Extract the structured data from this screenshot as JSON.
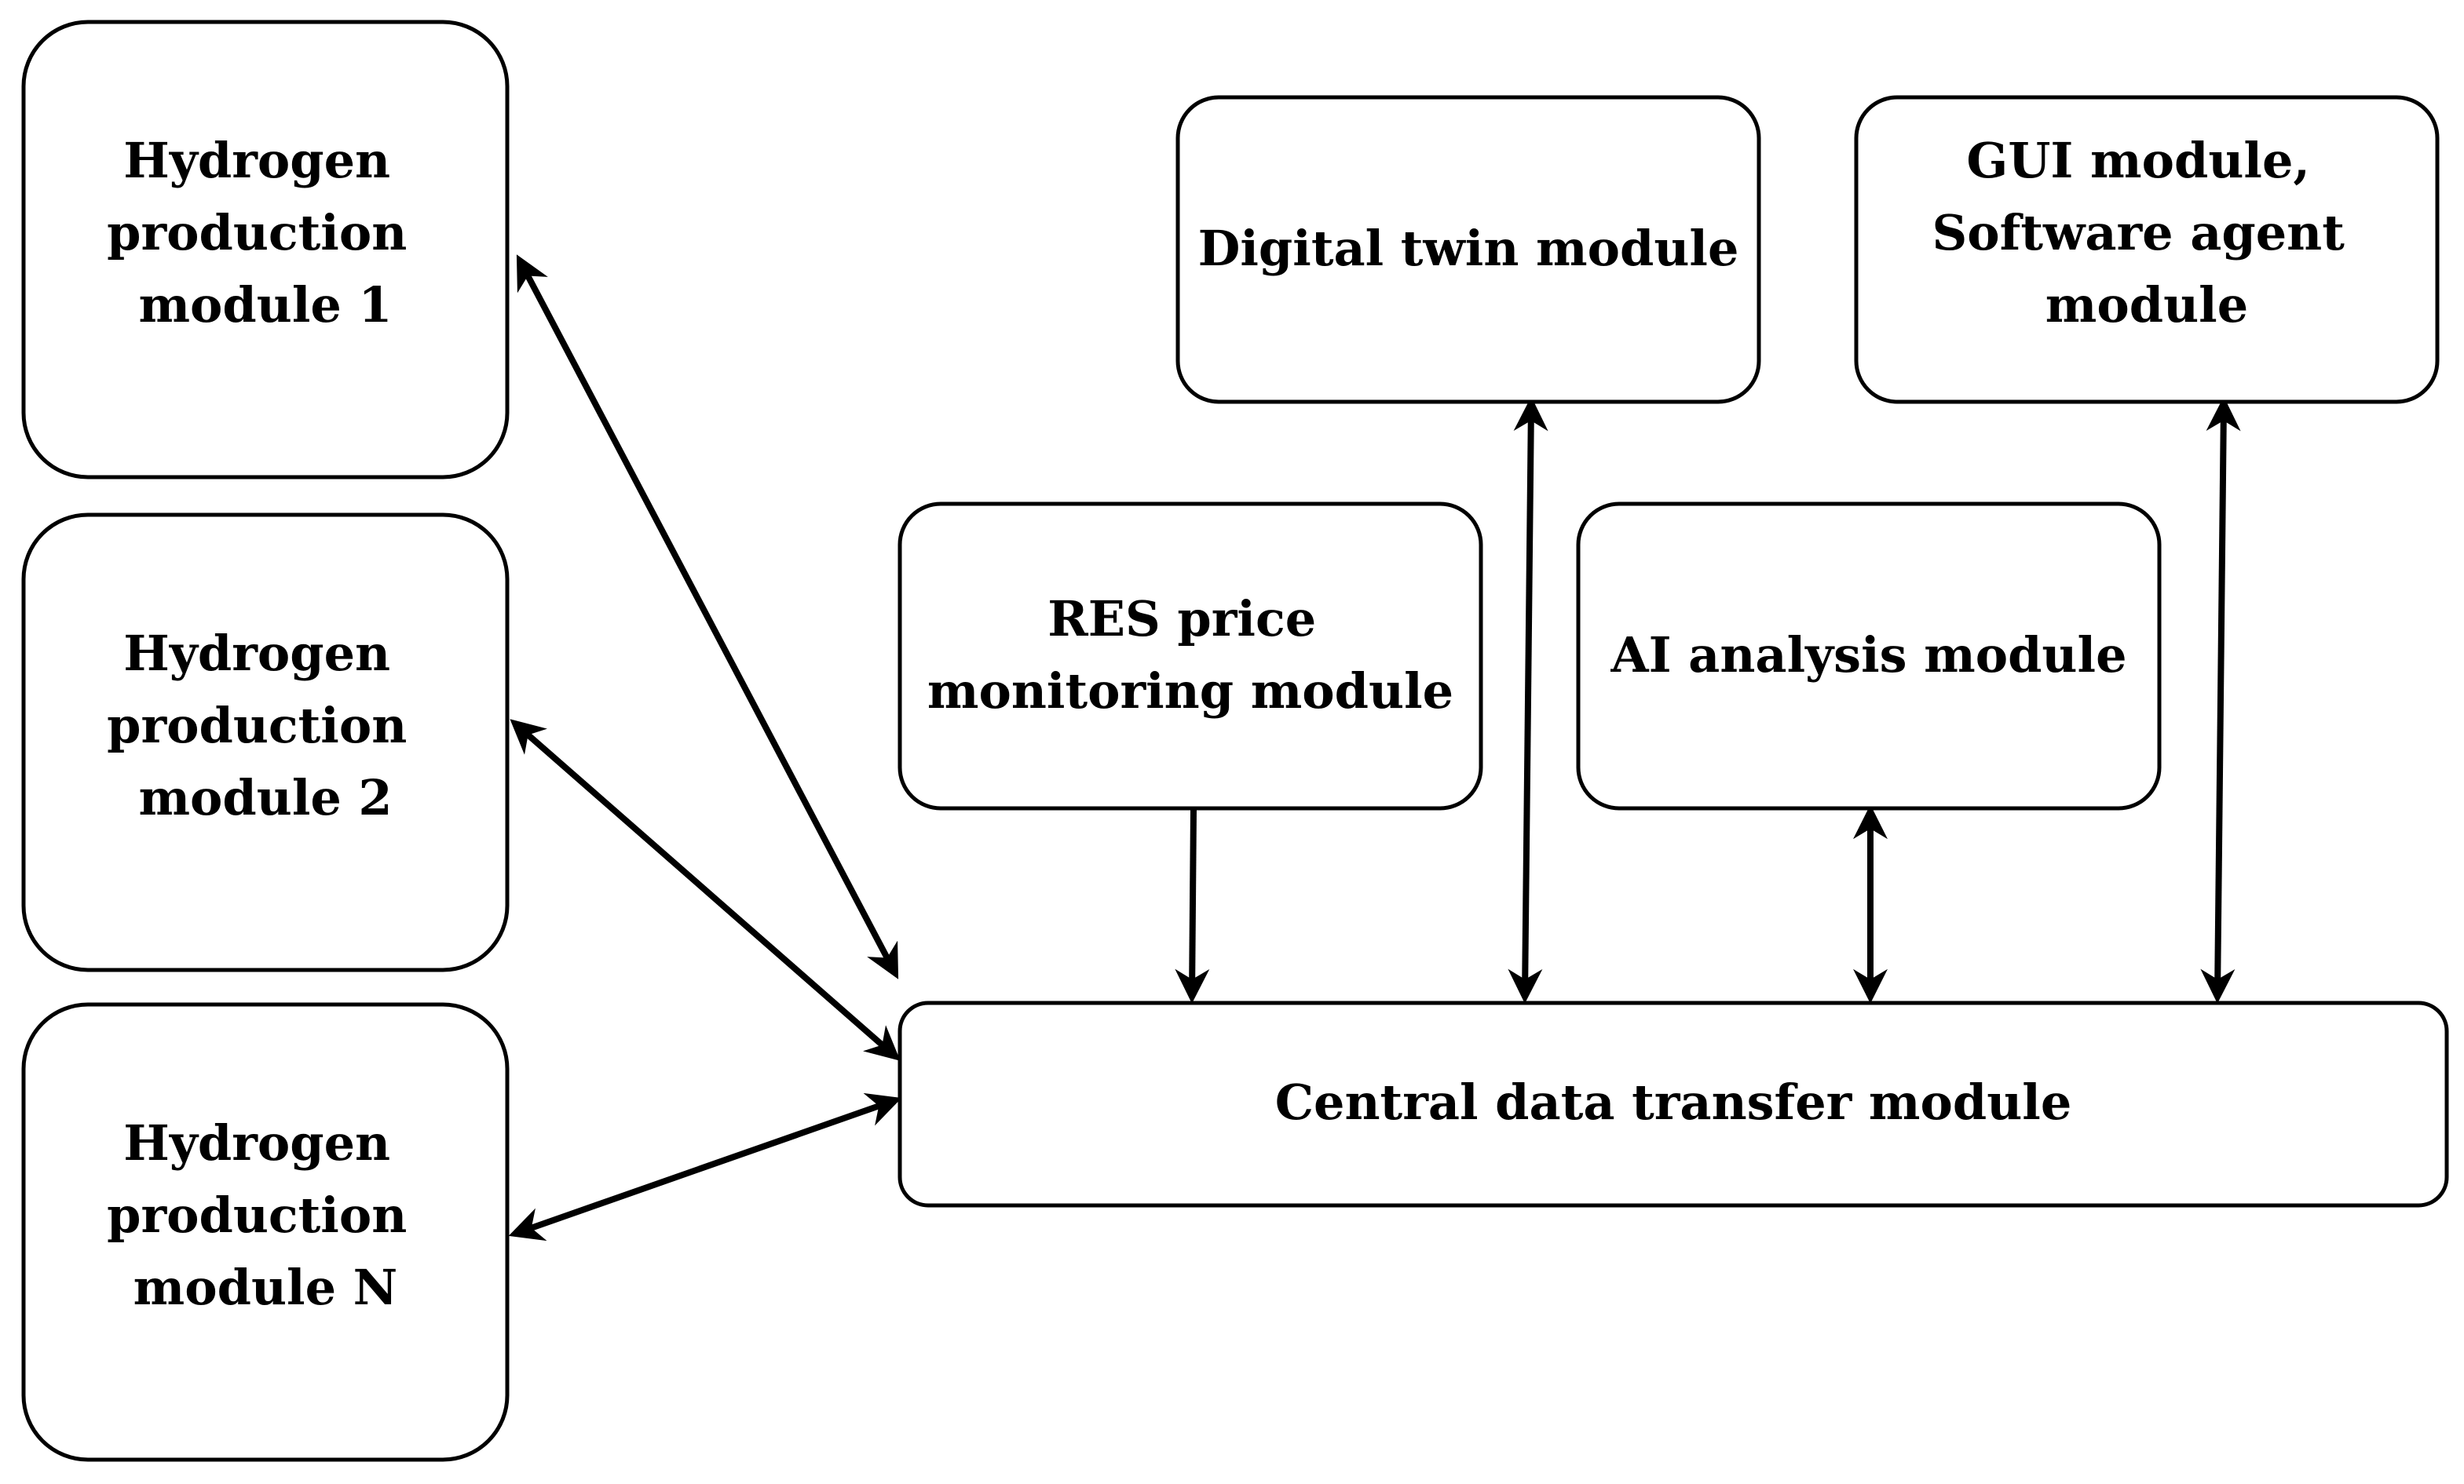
{
  "diagram": {
    "nodes": {
      "hpm1": {
        "label": [
          "Hydrogen",
          "production",
          "module 1"
        ]
      },
      "hpm2": {
        "label": [
          "Hydrogen",
          "production",
          "module 2"
        ]
      },
      "hpmN": {
        "label": [
          "Hydrogen",
          "production",
          "module N"
        ]
      },
      "digital_twin": {
        "label": [
          "Digital twin module"
        ]
      },
      "gui_agent": {
        "label": [
          "GUI module,",
          "Software agent",
          "module"
        ]
      },
      "res_price": {
        "label": [
          "RES price",
          "monitoring module"
        ]
      },
      "ai_analysis": {
        "label": [
          "AI analysis module"
        ]
      },
      "central": {
        "label": [
          "Central data transfer module"
        ]
      }
    },
    "edges": [
      {
        "from": "hpm1",
        "to": "central",
        "direction": "both"
      },
      {
        "from": "hpm2",
        "to": "central",
        "direction": "both"
      },
      {
        "from": "hpmN",
        "to": "central",
        "direction": "both"
      },
      {
        "from": "res_price",
        "to": "central",
        "direction": "forward"
      },
      {
        "from": "digital_twin",
        "to": "central",
        "direction": "both"
      },
      {
        "from": "ai_analysis",
        "to": "central",
        "direction": "both"
      },
      {
        "from": "gui_agent",
        "to": "central",
        "direction": "both"
      }
    ],
    "colors": {
      "stroke": "#000000",
      "fill": "#ffffff",
      "text": "#000000"
    }
  }
}
